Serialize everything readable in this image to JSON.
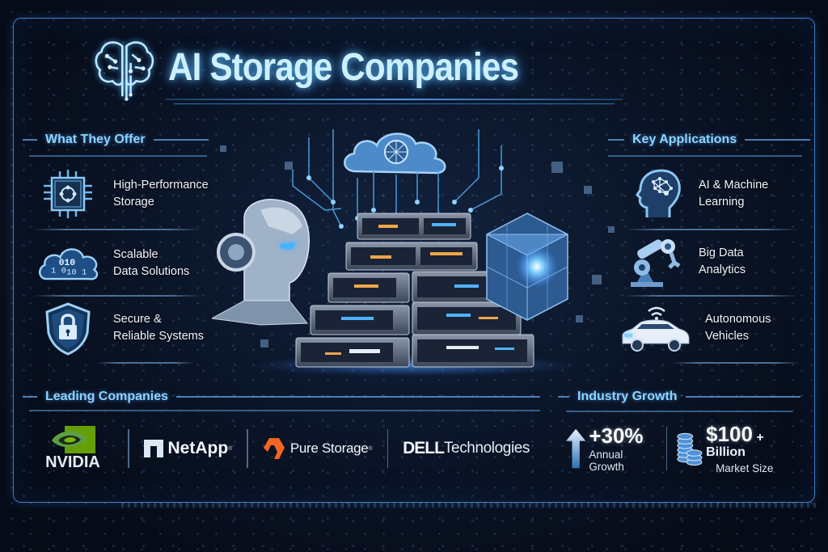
{
  "title": "AI Storage Companies",
  "sections": {
    "offer": {
      "heading": "What They Offer",
      "items": [
        {
          "icon": "chip-icon",
          "line1": "High-Performance",
          "line2": "Storage"
        },
        {
          "icon": "binary-cloud-icon",
          "line1": "Scalable",
          "line2": "Data Solutions"
        },
        {
          "icon": "shield-lock-icon",
          "line1": "Secure &",
          "line2": "Reliable Systems"
        }
      ]
    },
    "applications": {
      "heading": "Key Applications",
      "items": [
        {
          "icon": "ai-head-icon",
          "line1": "AI & Machine",
          "line2": "Learning"
        },
        {
          "icon": "robot-arm-icon",
          "line1": "Big Data",
          "line2": "Analytics"
        },
        {
          "icon": "connected-car-icon",
          "line1": "Autonomous",
          "line2": "Vehicles"
        }
      ]
    },
    "companies": {
      "heading": "Leading Companies",
      "logos": [
        {
          "name": "NVIDIA",
          "color": "#76b900"
        },
        {
          "name": "NetApp",
          "reg": "®"
        },
        {
          "name": "Pure Storage",
          "reg": "®",
          "color": "#f26522"
        },
        {
          "name_bold": "DELL",
          "name_rest": "Technologies"
        }
      ]
    },
    "growth": {
      "heading": "Industry Growth",
      "stats": [
        {
          "icon": "up-arrow-icon",
          "value": "+30%",
          "label": "Annual Growth"
        },
        {
          "icon": "coin-stack-icon",
          "value": "$100",
          "suffix": "+ Billion",
          "label": "Market Size"
        }
      ]
    }
  },
  "colors": {
    "background": "#0b1528",
    "accent": "#4c9be6",
    "heading": "#8fd3ff",
    "title": "#cdf0ff"
  }
}
